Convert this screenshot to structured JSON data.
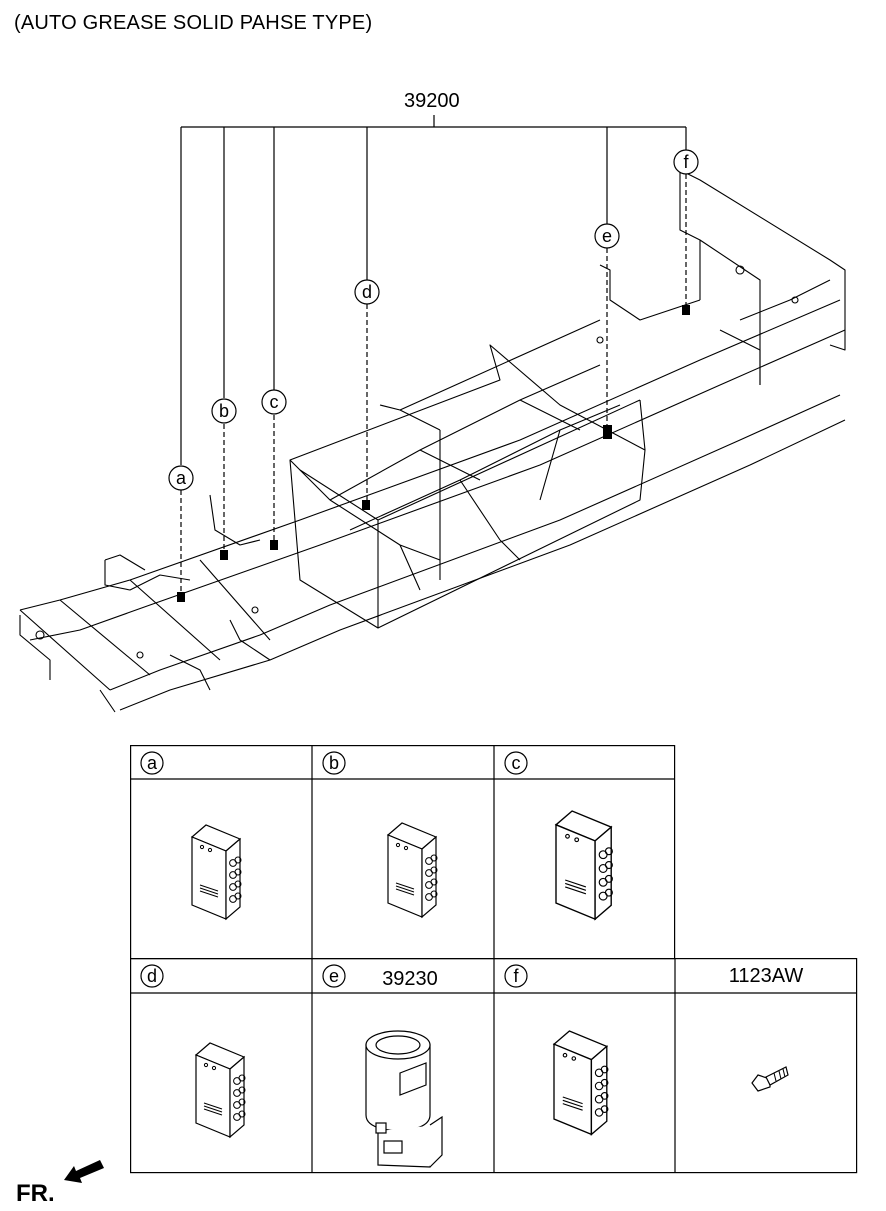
{
  "header": {
    "title": "(AUTO GREASE SOLID PAHSE TYPE)"
  },
  "assembly": {
    "part_number": "39200"
  },
  "callouts": [
    "a",
    "b",
    "c",
    "d",
    "e",
    "f"
  ],
  "parts_table": {
    "cells": [
      {
        "letter": "a",
        "part_number": "",
        "icon": "distributor-block-icon"
      },
      {
        "letter": "b",
        "part_number": "",
        "icon": "distributor-block-icon"
      },
      {
        "letter": "c",
        "part_number": "",
        "icon": "distributor-block-icon"
      },
      {
        "letter": "d",
        "part_number": "",
        "icon": "distributor-block-icon"
      },
      {
        "letter": "e",
        "part_number": "39230",
        "icon": "grease-pump-icon"
      },
      {
        "letter": "f",
        "part_number": "",
        "icon": "distributor-block-icon"
      },
      {
        "letter": "",
        "part_number": "1123AW",
        "icon": "bolt-icon"
      }
    ]
  },
  "footer": {
    "direction_label": "FR."
  }
}
